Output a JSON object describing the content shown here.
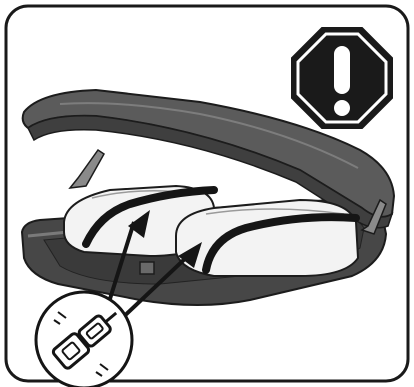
{
  "figure": {
    "colors": {
      "frame": "#1a1a1a",
      "panel": "#ffffff",
      "lid": "#5a5a5a",
      "lid_dark": "#3c3c3c",
      "base": "#4a4a4a",
      "luggage": "#f2f2f2",
      "strap": "#151515",
      "sign": "#1a1a1a",
      "sign_mark": "#ffffff"
    },
    "icons": {
      "warning": "octagon-exclamation",
      "buckle_detail": "buckle-magnifier",
      "arrows": "pointer-arrows"
    }
  }
}
